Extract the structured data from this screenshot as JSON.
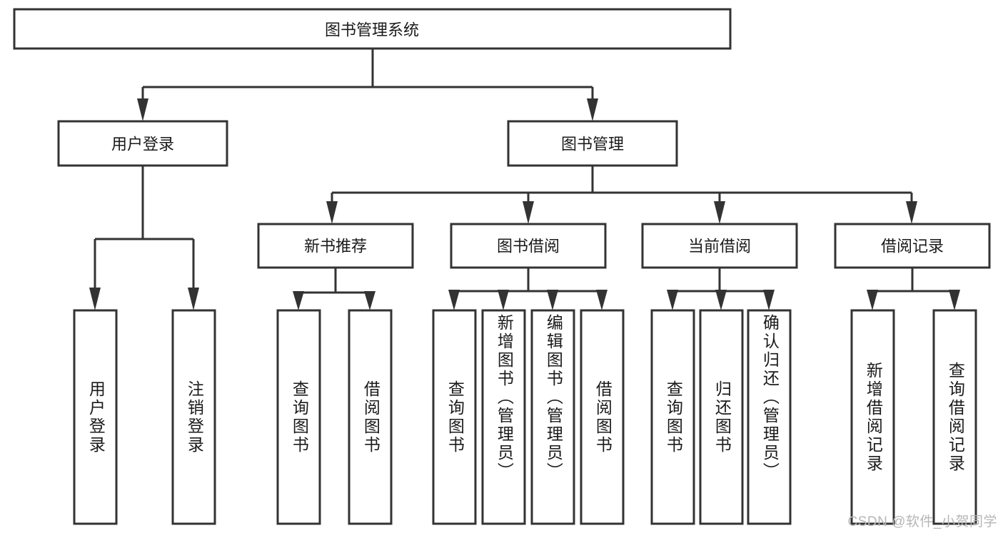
{
  "diagram": {
    "title": "图书管理系统",
    "type": "hierarchy-tree",
    "watermark": "CSDN @软件_小贺同学",
    "colors": {
      "box_stroke": "#333333",
      "box_fill": "#ffffff",
      "connector": "#333333",
      "text": "#1a1a1a",
      "watermark": "#b6b6b6",
      "background": "#ffffff"
    },
    "root": {
      "label": "图书管理系统"
    },
    "level2": [
      {
        "label": "用户登录"
      },
      {
        "label": "图书管理"
      }
    ],
    "level3": [
      {
        "label": "新书推荐"
      },
      {
        "label": "图书借阅"
      },
      {
        "label": "当前借阅"
      },
      {
        "label": "借阅记录"
      }
    ],
    "leaves": {
      "user_login": [
        {
          "label": "用户登录"
        },
        {
          "label": "注销登录"
        }
      ],
      "new_book_recommend": [
        {
          "label": "查询图书"
        },
        {
          "label": "借阅图书"
        }
      ],
      "book_borrow": [
        {
          "label": "查询图书"
        },
        {
          "label": "新增图书（管理员）"
        },
        {
          "label": "编辑图书（管理员）"
        },
        {
          "label": "借阅图书"
        }
      ],
      "current_borrow": [
        {
          "label": "查询图书"
        },
        {
          "label": "归还图书"
        },
        {
          "label": "确认归还（管理员）"
        }
      ],
      "borrow_record": [
        {
          "label": "新增借阅记录"
        },
        {
          "label": "查询借阅记录"
        }
      ]
    }
  }
}
